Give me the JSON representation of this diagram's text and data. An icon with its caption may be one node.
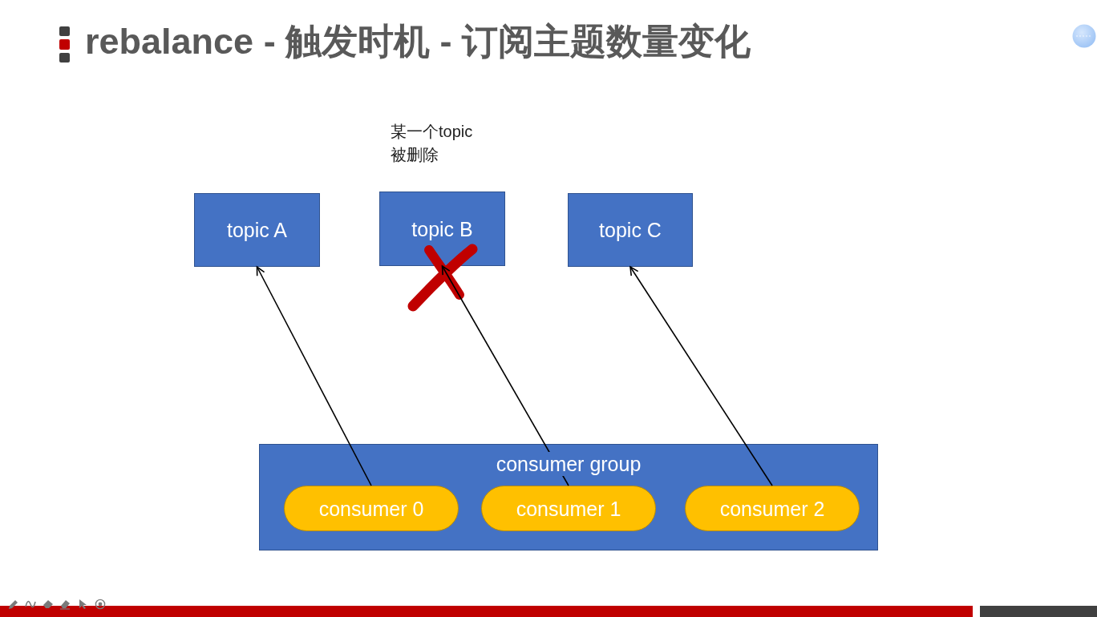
{
  "diagram": {
    "title": "rebalance - 触发时机 - 订阅主题数量变化",
    "nodes": [
      {
        "text": [
          "topic A"
        ]
      },
      {
        "text": [
          "topic B"
        ],
        "beside": [
          "某一个topic被删除"
        ]
      },
      {
        "text": [
          "topic C"
        ]
      },
      {
        "text": [
          "consumer group"
        ]
      },
      {
        "text": [
          "consumer 0"
        ],
        "in": 3
      },
      {
        "text": [
          "consumer 1"
        ],
        "in": 3
      },
      {
        "text": [
          "consumer 2"
        ],
        "in": 3
      }
    ],
    "edges": [
      {
        "from": 4,
        "to": 0,
        "arrow": "to"
      },
      {
        "from": 5,
        "to": 1,
        "arrow": "to"
      },
      {
        "from": 6,
        "to": 2,
        "arrow": "to"
      }
    ]
  }
}
